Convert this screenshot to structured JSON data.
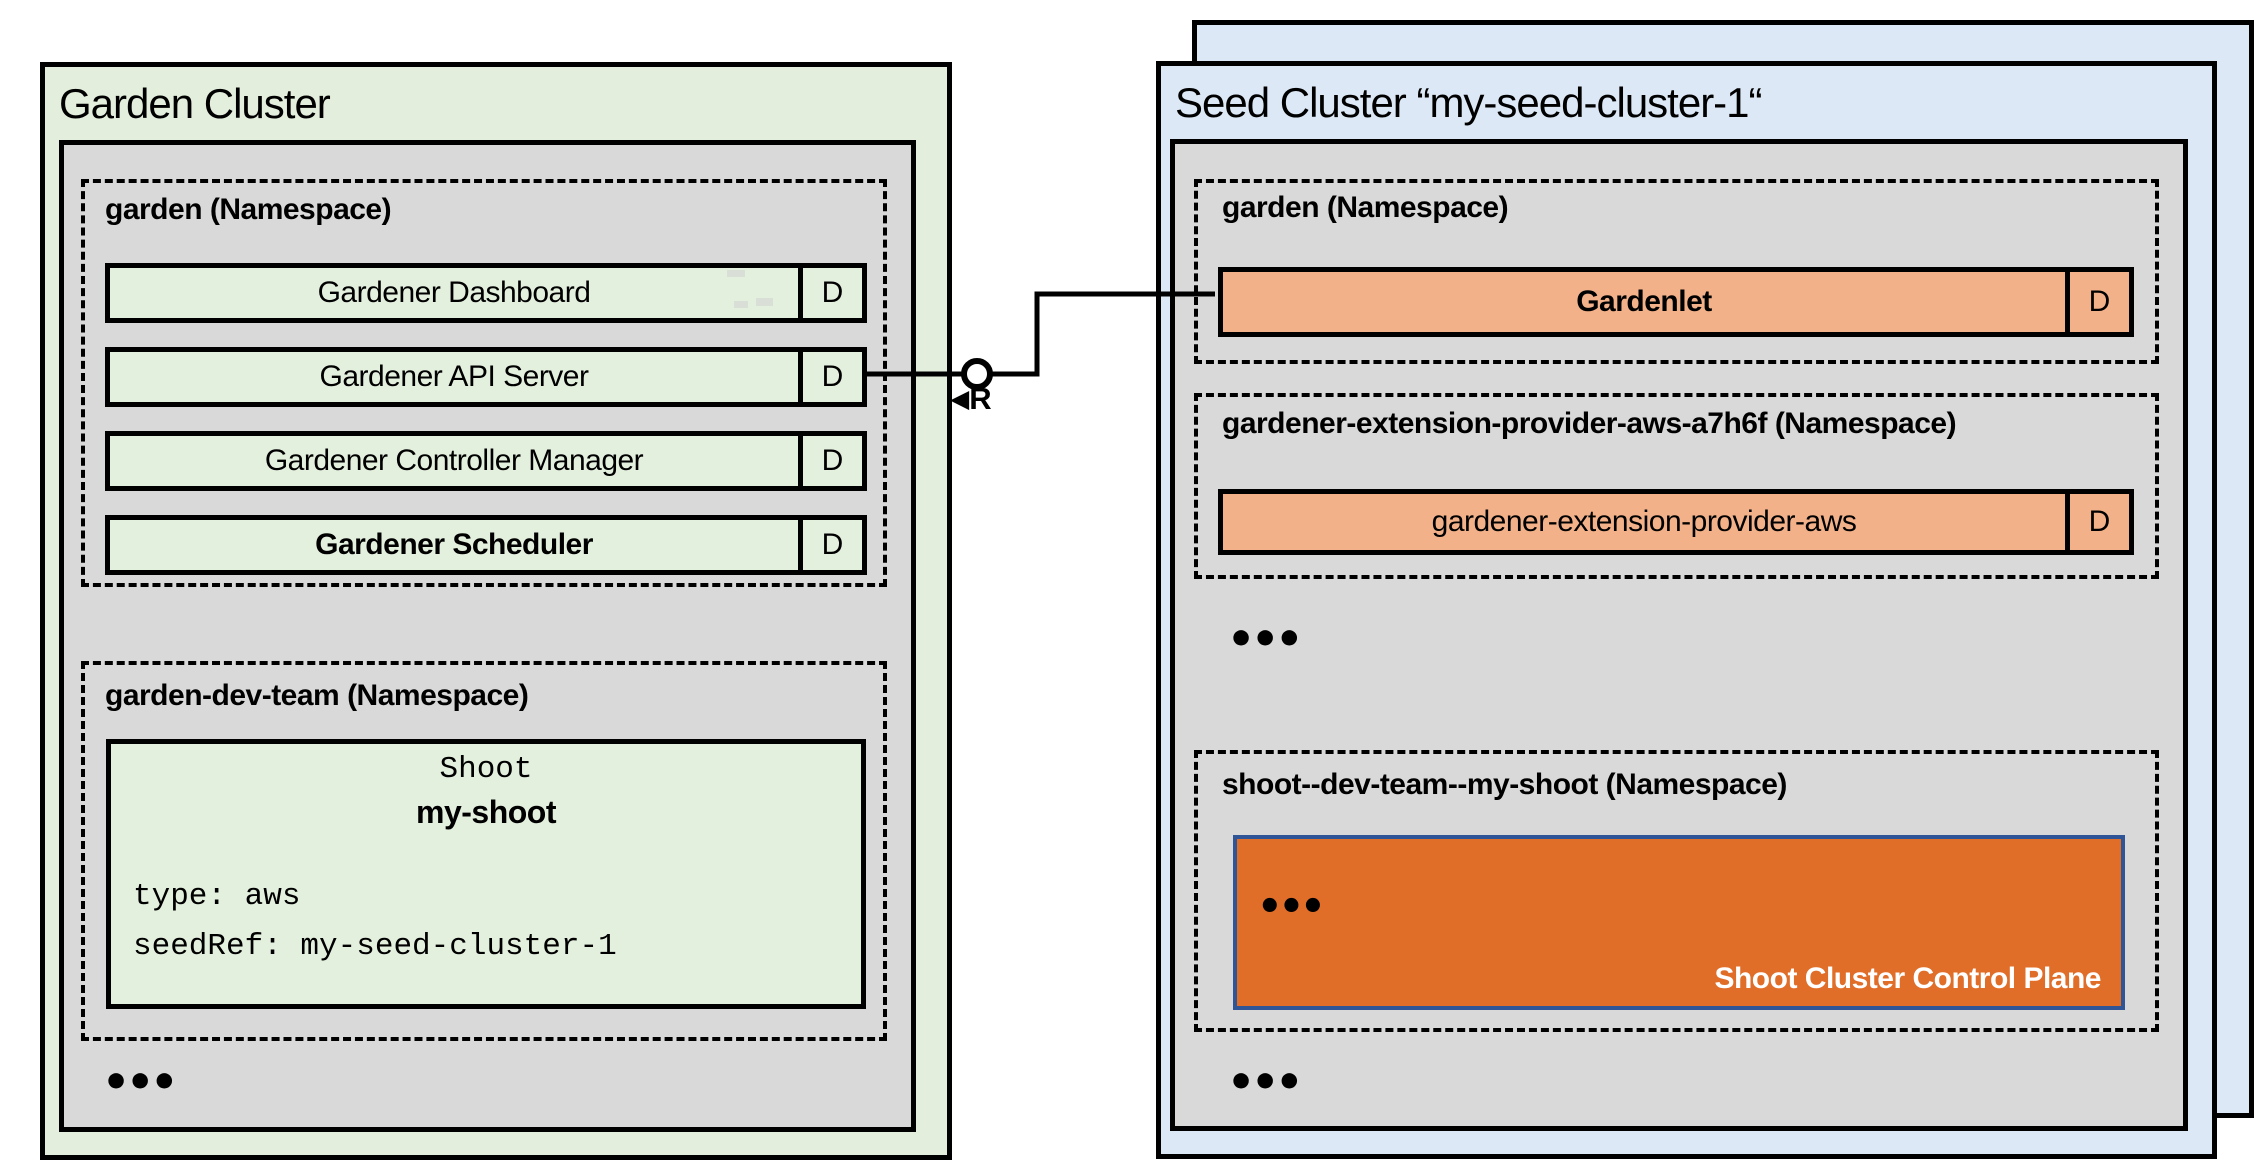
{
  "colors": {
    "cluster_green": "#e3efdc",
    "cluster_blue": "#dce8f5",
    "panel_gray": "#d9d9d9",
    "bar_green": "#e4f0de",
    "bar_orange": "#f2b189",
    "control_plane_orange": "#e06d28",
    "control_plane_border": "#2f5597",
    "line_black": "#000000"
  },
  "garden_cluster": {
    "title": "Garden Cluster",
    "garden_ns": {
      "label": "garden (Namespace)",
      "rows": [
        {
          "label": "Gardener Dashboard",
          "badge": "D"
        },
        {
          "label": "Gardener API Server",
          "badge": "D"
        },
        {
          "label": "Gardener Controller Manager",
          "badge": "D"
        },
        {
          "label": "Gardener Scheduler",
          "badge": "D"
        }
      ]
    },
    "dev_ns": {
      "label": "garden-dev-team (Namespace)",
      "shoot": {
        "kind": "Shoot",
        "name": "my-shoot",
        "spec": [
          "type: aws",
          "seedRef: my-seed-cluster-1"
        ]
      }
    },
    "more_indicator": "•••"
  },
  "seed_cluster": {
    "title": "Seed Cluster “my-seed-cluster-1“",
    "garden_ns": {
      "label": "garden (Namespace)",
      "rows": [
        {
          "label": "Gardenlet",
          "badge": "D"
        }
      ]
    },
    "extension_ns": {
      "label": "gardener-extension-provider-aws-a7h6f (Namespace)",
      "rows": [
        {
          "label": "gardener-extension-provider-aws",
          "badge": "D"
        }
      ]
    },
    "more_indicator_top": "•••",
    "shoot_ns": {
      "label": "shoot--dev-team--my-shoot (Namespace)",
      "control_plane": {
        "more_indicator": "•••",
        "caption": "Shoot Cluster Control Plane"
      }
    },
    "more_indicator_bottom": "•••"
  },
  "connector": {
    "direction_arrow": "◀",
    "relation_label": "R"
  }
}
